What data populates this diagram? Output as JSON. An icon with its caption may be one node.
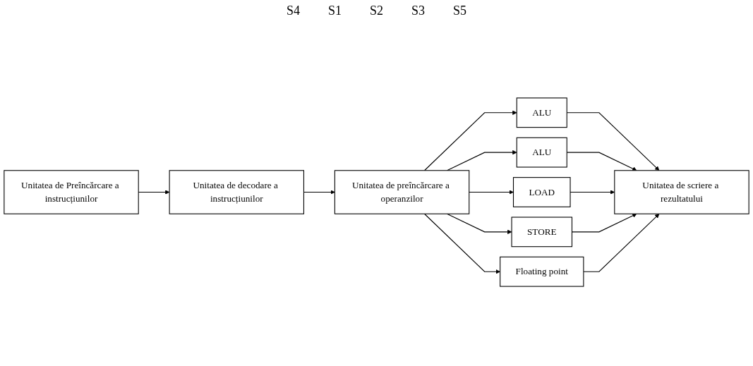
{
  "diagram": {
    "nodes": [
      {
        "text": [
          "Unitatea de Preîncărcare a instrucțiunilor"
        ]
      },
      {
        "text": [
          "Unitatea de decodare a instrucțiunilor"
        ]
      },
      {
        "text": [
          "Unitatea de preîncărcare a operanzilor"
        ]
      },
      {
        "text": [
          "ALU"
        ]
      },
      {
        "text": [
          "ALU"
        ]
      },
      {
        "text": [
          "LOAD"
        ]
      },
      {
        "text": [
          "STORE"
        ]
      },
      {
        "text": [
          "Floating point"
        ]
      },
      {
        "text": [
          "Unitatea de scriere a rezultatului"
        ]
      }
    ],
    "edges": [
      {
        "from": 0,
        "to": 1,
        "arrow": "to"
      },
      {
        "from": 1,
        "to": 2,
        "arrow": "to"
      },
      {
        "from": 2,
        "to": 3,
        "arrow": "to"
      },
      {
        "from": 2,
        "to": 4,
        "arrow": "to"
      },
      {
        "from": 2,
        "to": 5,
        "arrow": "to"
      },
      {
        "from": 2,
        "to": 6,
        "arrow": "to"
      },
      {
        "from": 2,
        "to": 7,
        "arrow": "to"
      },
      {
        "from": 3,
        "to": 8,
        "arrow": "to"
      },
      {
        "from": 4,
        "to": 8,
        "arrow": "to"
      },
      {
        "from": 5,
        "to": 8,
        "arrow": "to"
      },
      {
        "from": 6,
        "to": 8,
        "arrow": "to"
      },
      {
        "from": 7,
        "to": 8,
        "arrow": "to"
      }
    ],
    "labels": [
      "S4",
      "S1",
      "S2",
      "S3",
      "S5"
    ]
  }
}
